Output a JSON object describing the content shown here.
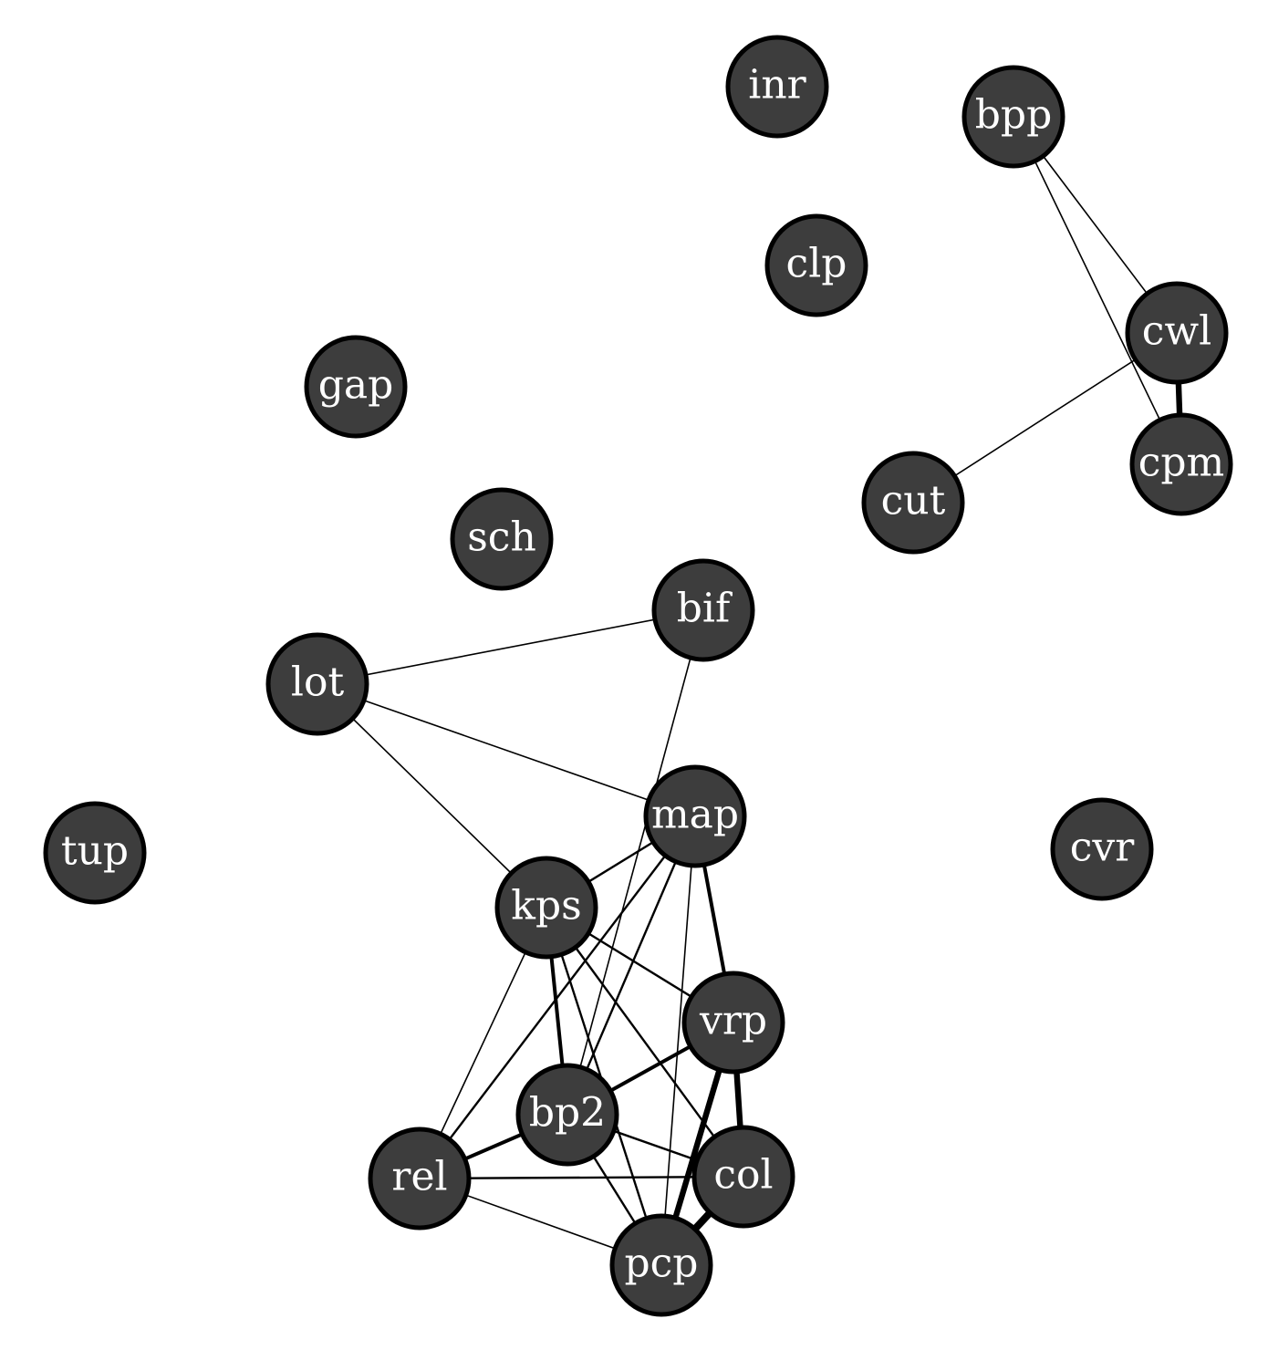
{
  "graph": {
    "nodes": [
      "inr",
      "bpp",
      "clp",
      "cwl",
      "gap",
      "cpm",
      "cut",
      "sch",
      "bif",
      "lot",
      "map",
      "tup",
      "cvr",
      "kps",
      "vrp",
      "bp2",
      "rel",
      "col",
      "pcp"
    ],
    "edges": [
      {
        "source": "bpp",
        "target": "cwl",
        "weight": 1
      },
      {
        "source": "bpp",
        "target": "cpm",
        "weight": 1
      },
      {
        "source": "cwl",
        "target": "cpm",
        "weight": 4
      },
      {
        "source": "cwl",
        "target": "cut",
        "weight": 1
      },
      {
        "source": "lot",
        "target": "bif",
        "weight": 1
      },
      {
        "source": "lot",
        "target": "map",
        "weight": 1
      },
      {
        "source": "lot",
        "target": "kps",
        "weight": 1
      },
      {
        "source": "bif",
        "target": "bp2",
        "weight": 1
      },
      {
        "source": "map",
        "target": "kps",
        "weight": 1.5
      },
      {
        "source": "map",
        "target": "bp2",
        "weight": 1.5
      },
      {
        "source": "map",
        "target": "rel",
        "weight": 1.5
      },
      {
        "source": "map",
        "target": "pcp",
        "weight": 1
      },
      {
        "source": "map",
        "target": "vrp",
        "weight": 2.5
      },
      {
        "source": "kps",
        "target": "rel",
        "weight": 1
      },
      {
        "source": "kps",
        "target": "bp2",
        "weight": 2.5
      },
      {
        "source": "kps",
        "target": "pcp",
        "weight": 1.5
      },
      {
        "source": "kps",
        "target": "col",
        "weight": 1.5
      },
      {
        "source": "kps",
        "target": "vrp",
        "weight": 1.5
      },
      {
        "source": "vrp",
        "target": "bp2",
        "weight": 2.5
      },
      {
        "source": "vrp",
        "target": "pcp",
        "weight": 4
      },
      {
        "source": "vrp",
        "target": "col",
        "weight": 4
      },
      {
        "source": "bp2",
        "target": "col",
        "weight": 1.5
      },
      {
        "source": "bp2",
        "target": "pcp",
        "weight": 1.5
      },
      {
        "source": "bp2",
        "target": "rel",
        "weight": 2.5
      },
      {
        "source": "rel",
        "target": "col",
        "weight": 1.5
      },
      {
        "source": "rel",
        "target": "pcp",
        "weight": 1
      },
      {
        "source": "col",
        "target": "pcp",
        "weight": 5
      }
    ]
  }
}
